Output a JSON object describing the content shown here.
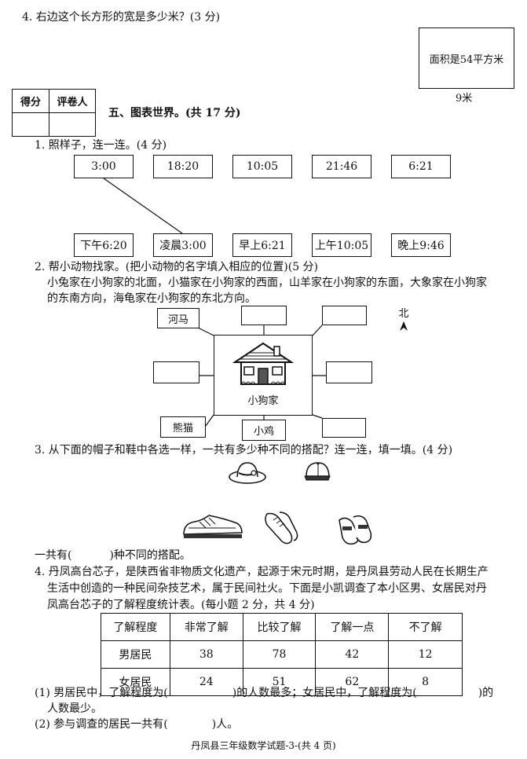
{
  "q4_top": {
    "question": "4. 右边这个长方形的宽是多少米？(3 分)",
    "rect_label": "面积是54平方米",
    "width_label": "9米"
  },
  "score_table": {
    "col1": "得分",
    "col2": "评卷人"
  },
  "section5": {
    "title": "五、图表世界。(共 17 分)"
  },
  "q1": {
    "question": "1. 照样子，连一连。(4 分)",
    "top_times": [
      "3:00",
      "18:20",
      "10:05",
      "21:46",
      "6:21"
    ],
    "bottom_times": [
      "下午6:20",
      "凌晨3:00",
      "早上6:21",
      "上午10:05",
      "晚上9:46"
    ]
  },
  "q2": {
    "question": "2. 帮小动物找家。(把小动物的名字填入相应的位置)(5 分)",
    "line1": "小兔家在小狗家的北面，小猫家在小狗家的西面，山羊家在小狗家的东面，大象家在小狗家",
    "line2": "的东南方向，海龟家在小狗家的东北方向。",
    "north": "北",
    "center": "小狗家",
    "nw": "河马",
    "sw": "熊猫",
    "s": "小鸡"
  },
  "q3": {
    "question": "3. 从下面的帽子和鞋中各选一样，一共有多少种不同的搭配？连一连，填一填。(4 分)",
    "answer_prefix": "一共有(",
    "answer_suffix": ")种不同的搭配。"
  },
  "q4": {
    "line1": "4. 丹凤高台芯子，是陕西省非物质文化遗产，起源于宋元时期，是丹凤县劳动人民在长期生产",
    "line2": "生活中创造的一种民间杂技艺术，属于民间社火。下面是小凯调查了本小区男、女居民对丹",
    "line3": "凤高台芯子的了解程度统计表。(每小题 2 分，共 4 分)",
    "headers": [
      "了解程度",
      "非常了解",
      "比较了解",
      "了解一点",
      "不了解"
    ],
    "rows": [
      [
        "男居民",
        "38",
        "78",
        "42",
        "12"
      ],
      [
        "女居民",
        "24",
        "51",
        "62",
        "8"
      ]
    ],
    "sub1_a": "(1) 男居民中，了解程度为(",
    "sub1_b": ")的人数最多；女居民中，了解程度为(",
    "sub1_c": ")的",
    "sub1_d": "人数最少。",
    "sub2_a": "(2) 参与调查的居民一共有(",
    "sub2_b": ")人。"
  },
  "footer": "丹凤县三年级数学试题-3-(共 4 页)"
}
